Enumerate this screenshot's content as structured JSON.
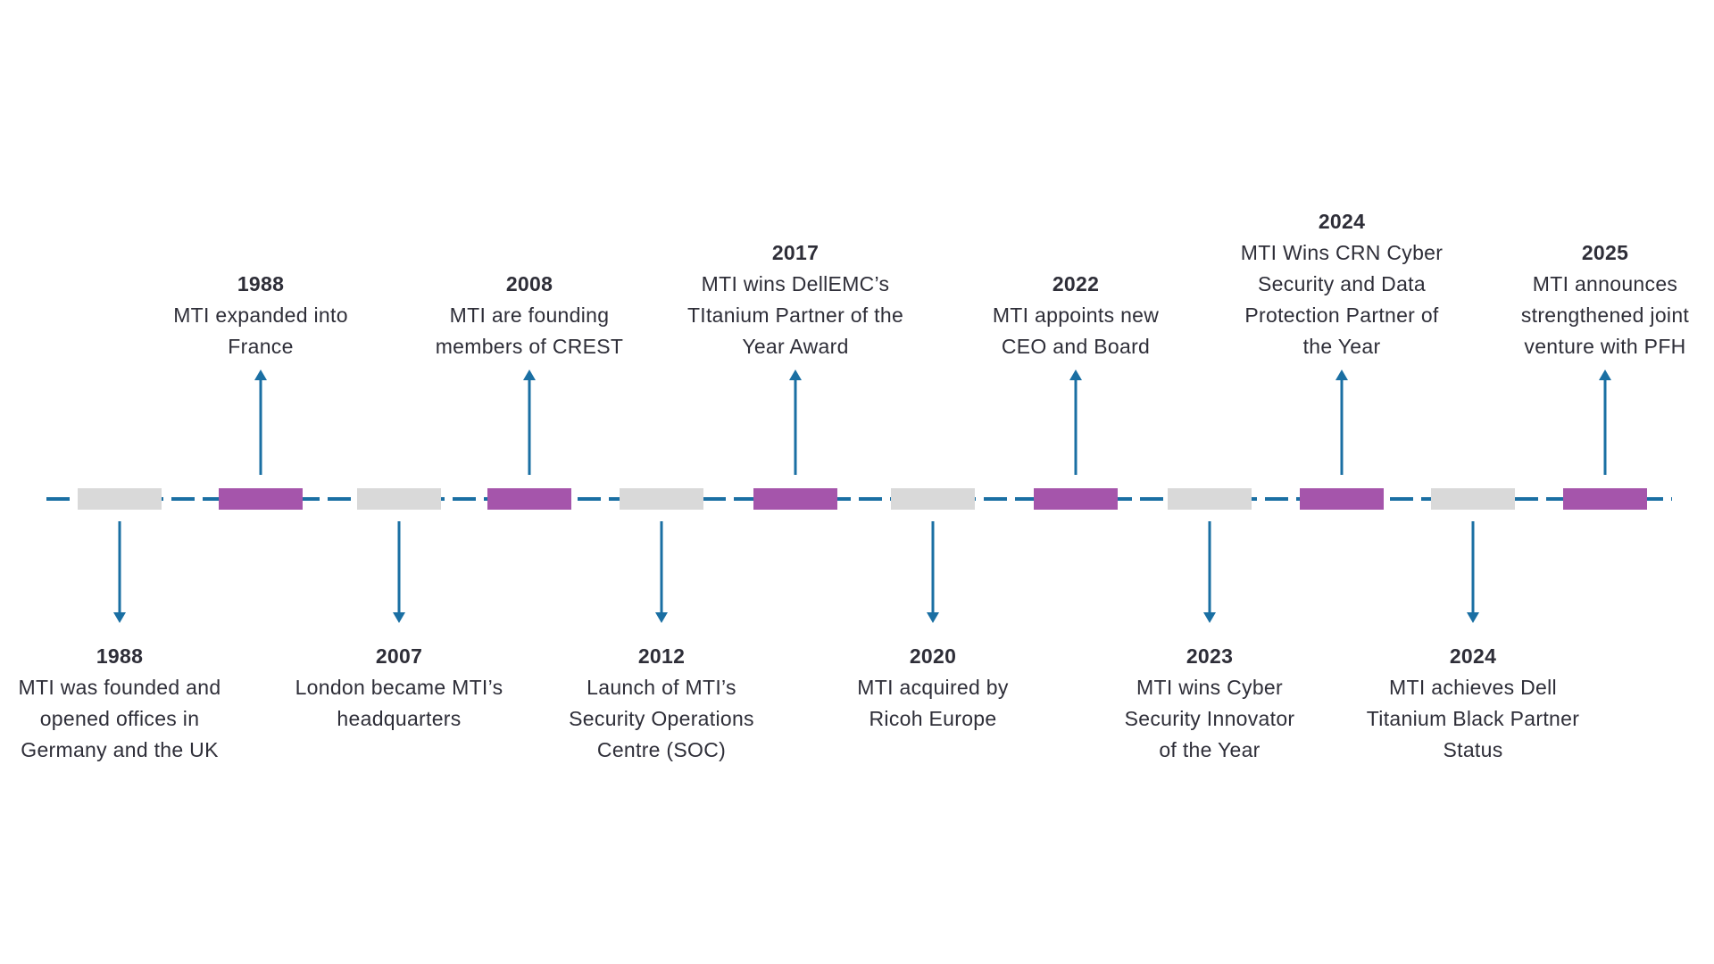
{
  "colors": {
    "line": "#1a6fa3",
    "arrow": "#1a6fa3",
    "block_grey": "#d9d9d9",
    "block_purple": "#a555ab",
    "text": "#2e2e38"
  },
  "timeline": {
    "events": [
      {
        "year": "1988",
        "text": "MTI was founded and\nopened offices in\nGermany and the UK",
        "side": "below",
        "block": "grey"
      },
      {
        "year": "1988",
        "text": "MTI expanded into\nFrance",
        "side": "above",
        "block": "purple"
      },
      {
        "year": "2007",
        "text": "London became MTI’s\nheadquarters",
        "side": "below",
        "block": "grey"
      },
      {
        "year": "2008",
        "text": "MTI are founding\nmembers of CREST",
        "side": "above",
        "block": "purple"
      },
      {
        "year": "2012",
        "text": "Launch of MTI’s\nSecurity Operations\nCentre (SOC)",
        "side": "below",
        "block": "grey"
      },
      {
        "year": "2017",
        "text": "MTI wins DellEMC’s\nTItanium Partner of the\nYear Award",
        "side": "above",
        "block": "purple"
      },
      {
        "year": "2020",
        "text": "MTI acquired by\nRicoh Europe",
        "side": "below",
        "block": "grey"
      },
      {
        "year": "2022",
        "text": "MTI appoints new\nCEO and Board",
        "side": "above",
        "block": "purple"
      },
      {
        "year": "2023",
        "text": "MTI wins Cyber\nSecurity Innovator\nof the Year",
        "side": "below",
        "block": "grey"
      },
      {
        "year": "2024",
        "text": "MTI Wins CRN Cyber\nSecurity and Data\nProtection Partner of\nthe Year",
        "side": "above",
        "block": "purple"
      },
      {
        "year": "2024",
        "text": "MTI achieves Dell\nTitanium Black Partner\nStatus",
        "side": "below",
        "block": "grey"
      },
      {
        "year": "2025",
        "text": "MTI announces\nstrengthened joint\nventure with PFH",
        "side": "above",
        "block": "purple"
      }
    ]
  }
}
